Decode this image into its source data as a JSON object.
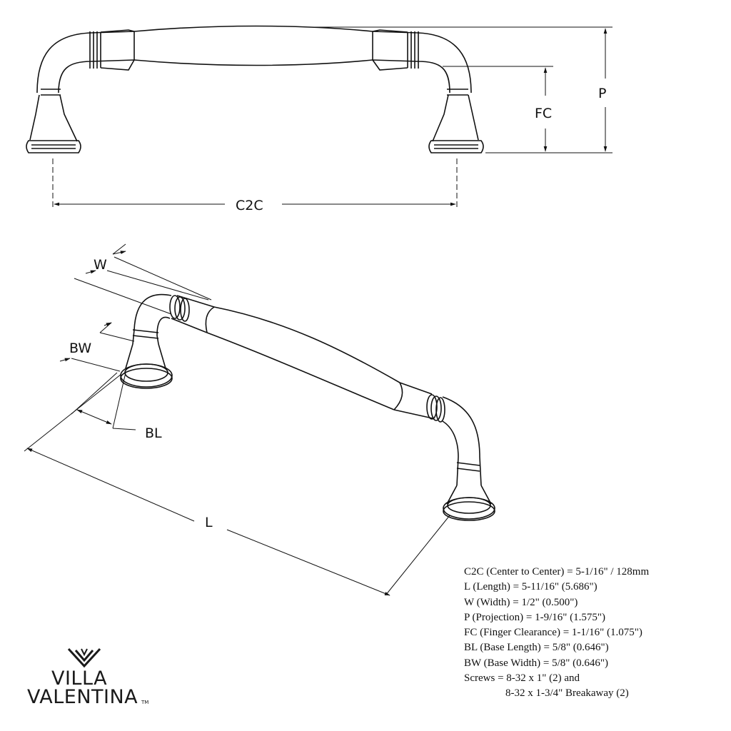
{
  "dimensions": {
    "p": "P",
    "fc": "FC",
    "c2c": "C2C",
    "w": "W",
    "bw": "BW",
    "bl": "BL",
    "l": "L"
  },
  "specs": [
    "C2C (Center to Center) = 5-1/16\" / 128mm",
    "L (Length) = 5-11/16\" (5.686\")",
    "W (Width) = 1/2\" (0.500\")",
    "P (Projection) = 1-9/16\" (1.575\")",
    "FC (Finger Clearance) = 1-1/16\" (1.075\")",
    "BL (Base Length) = 5/8\" (0.646\")",
    "BW (Base Width) = 5/8\" (0.646\")",
    "Screws = 8-32 x 1\" (2) and",
    "8-32 x 1-3/4\" Breakaway (2)"
  ],
  "logo": {
    "line1": "VILLA",
    "line2": "VALENTINA",
    "tm": "TM",
    "icon": "chevron-leaf-icon"
  }
}
